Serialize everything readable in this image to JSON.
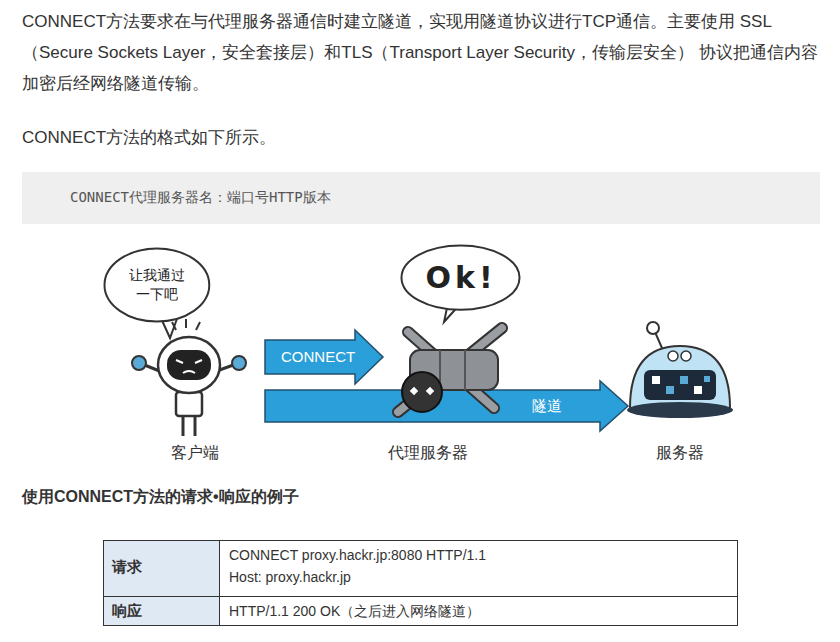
{
  "diagram": {
    "nodes": [
      {
        "text": [
          "CONNECT代理服务器名：端口号HTTP版本"
        ]
      },
      {
        "text": [
          "让我通过 一下吧"
        ]
      },
      {
        "text": [
          "客户端"
        ]
      },
      {
        "text": [
          "Ok!"
        ]
      },
      {
        "text": [
          "代理服务器"
        ]
      },
      {
        "text": [
          "服务器"
        ]
      }
    ],
    "edges": [
      {
        "from": 2,
        "to": 4,
        "label": "CONNECT",
        "arrow": "to"
      },
      {
        "from": 2,
        "to": 5,
        "label": "隧道",
        "arrow": "to"
      }
    ],
    "labels": [
      "CONNECT方法要求在与代理服务器通信时建立隧道，实现用隧道协议进行TCP通信。主要使用 SSL（Secure Sockets Layer，安全套接层）和TLS（Transport Layer Security，传输层安全） 协议把通信内容加密后经网络隧道传输。",
      "CONNECT方法的格式如下所示。",
      "使用CONNECT方法的请求•响应的例子",
      "请求",
      "CONNECT proxy.hackr.jp:8080 HTTP/1.1",
      "Host: proxy.hackr.jp",
      "响应",
      "HTTP/1.1 200 OK（之后进入网络隧道）"
    ]
  }
}
